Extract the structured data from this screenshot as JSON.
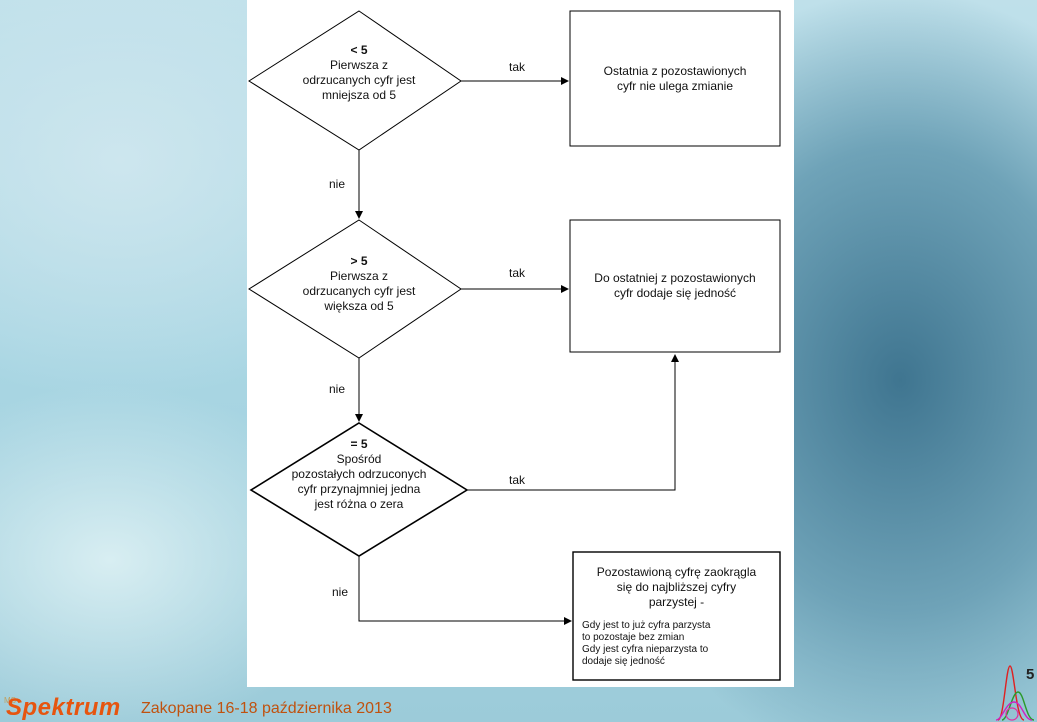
{
  "flowchart": {
    "decisions": [
      {
        "symbol": "< 5",
        "text": "Pierwsza z\nodrzucanych cyfr jest\nmniejsza od 5"
      },
      {
        "symbol": "> 5",
        "text": "Pierwsza z\nodrzucanych cyfr jest\nwiększa od 5"
      },
      {
        "symbol": "= 5",
        "text": "Spośród\npozostałych odrzuconych\ncyfr przynajmniej jedna\njest różna o zera"
      }
    ],
    "outcomes": [
      {
        "text": "Ostatnia z pozostawionych\ncyfr nie ulega zmianie"
      },
      {
        "text": "Do ostatniej z pozostawionych\ncyfr dodaje się jedność"
      },
      {
        "text": "Pozostawioną cyfrę zaokrągla\nsię do najbliższej cyfry\nparzystej -",
        "note": "Gdy jest to już cyfra parzysta\nto pozostaje bez zmian\nGdy jest cyfra nieparzysta to\ndodaje się jedność"
      }
    ],
    "labels": {
      "yes": "tak",
      "no": "nie"
    }
  },
  "footer": {
    "brand": "Spektrum",
    "brand_sup": "MS",
    "event": "Zakopane 16-18 października 2013",
    "page_number": "5"
  }
}
